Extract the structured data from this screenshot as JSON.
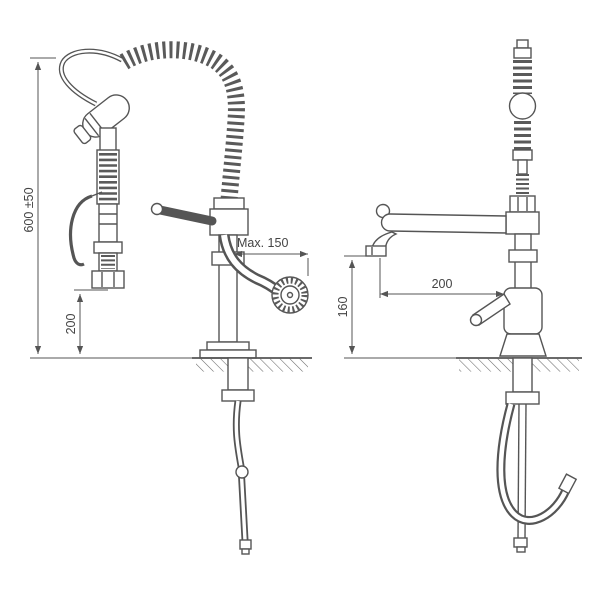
{
  "drawing": {
    "line_color": "#555555",
    "views": {
      "front": {
        "dim_overall_height": "600 ±50",
        "dim_gun_height": "200",
        "dim_max_reach": "Max. 150"
      },
      "side": {
        "dim_spout_reach": "200",
        "dim_spout_height": "160"
      }
    }
  }
}
